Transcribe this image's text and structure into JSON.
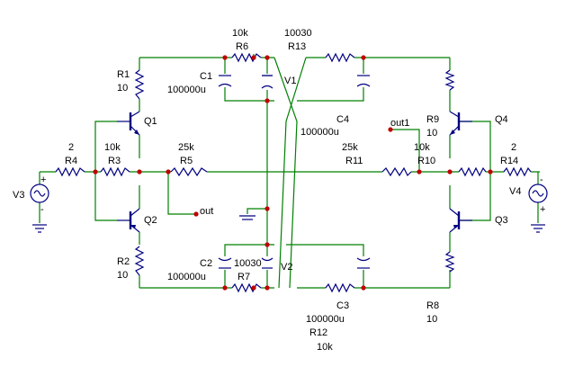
{
  "components": {
    "R1": {
      "name": "R1",
      "value": "10"
    },
    "R2": {
      "name": "R2",
      "value": "10"
    },
    "R3": {
      "name": "R3",
      "value": "10k"
    },
    "R4": {
      "name": "R4",
      "value": "2"
    },
    "R5": {
      "name": "R5",
      "value": "25k"
    },
    "R6": {
      "name": "R6",
      "value": "10k"
    },
    "R7": {
      "name": "R7",
      "value": "10030"
    },
    "R8": {
      "name": "R8",
      "value": "10"
    },
    "R9": {
      "name": "R9",
      "value": "10"
    },
    "R10": {
      "name": "R10",
      "value": "10k"
    },
    "R11": {
      "name": "R11",
      "value": "25k"
    },
    "R12": {
      "name": "R12",
      "value": "10k"
    },
    "R13": {
      "name": "R13",
      "value": "10030"
    },
    "R14": {
      "name": "R14",
      "value": "2"
    },
    "C1": {
      "name": "C1",
      "value": "100000u"
    },
    "C2": {
      "name": "C2",
      "value": "100000u"
    },
    "C3": {
      "name": "C3",
      "value": "100000u"
    },
    "C4": {
      "name": "C4",
      "value": "100000u"
    },
    "Q1": {
      "name": "Q1"
    },
    "Q2": {
      "name": "Q2"
    },
    "Q3": {
      "name": "Q3"
    },
    "Q4": {
      "name": "Q4"
    },
    "V1": {
      "name": "V1"
    },
    "V2": {
      "name": "V2"
    },
    "V3": {
      "name": "V3"
    },
    "V4": {
      "name": "V4"
    }
  },
  "net_labels": {
    "out": "out",
    "out1": "out1"
  },
  "source_polarity": {
    "plus": "+",
    "minus": "-"
  },
  "colors": {
    "wire": "#008000",
    "component": "#000080",
    "node": "#c00000",
    "text": "#000000"
  }
}
